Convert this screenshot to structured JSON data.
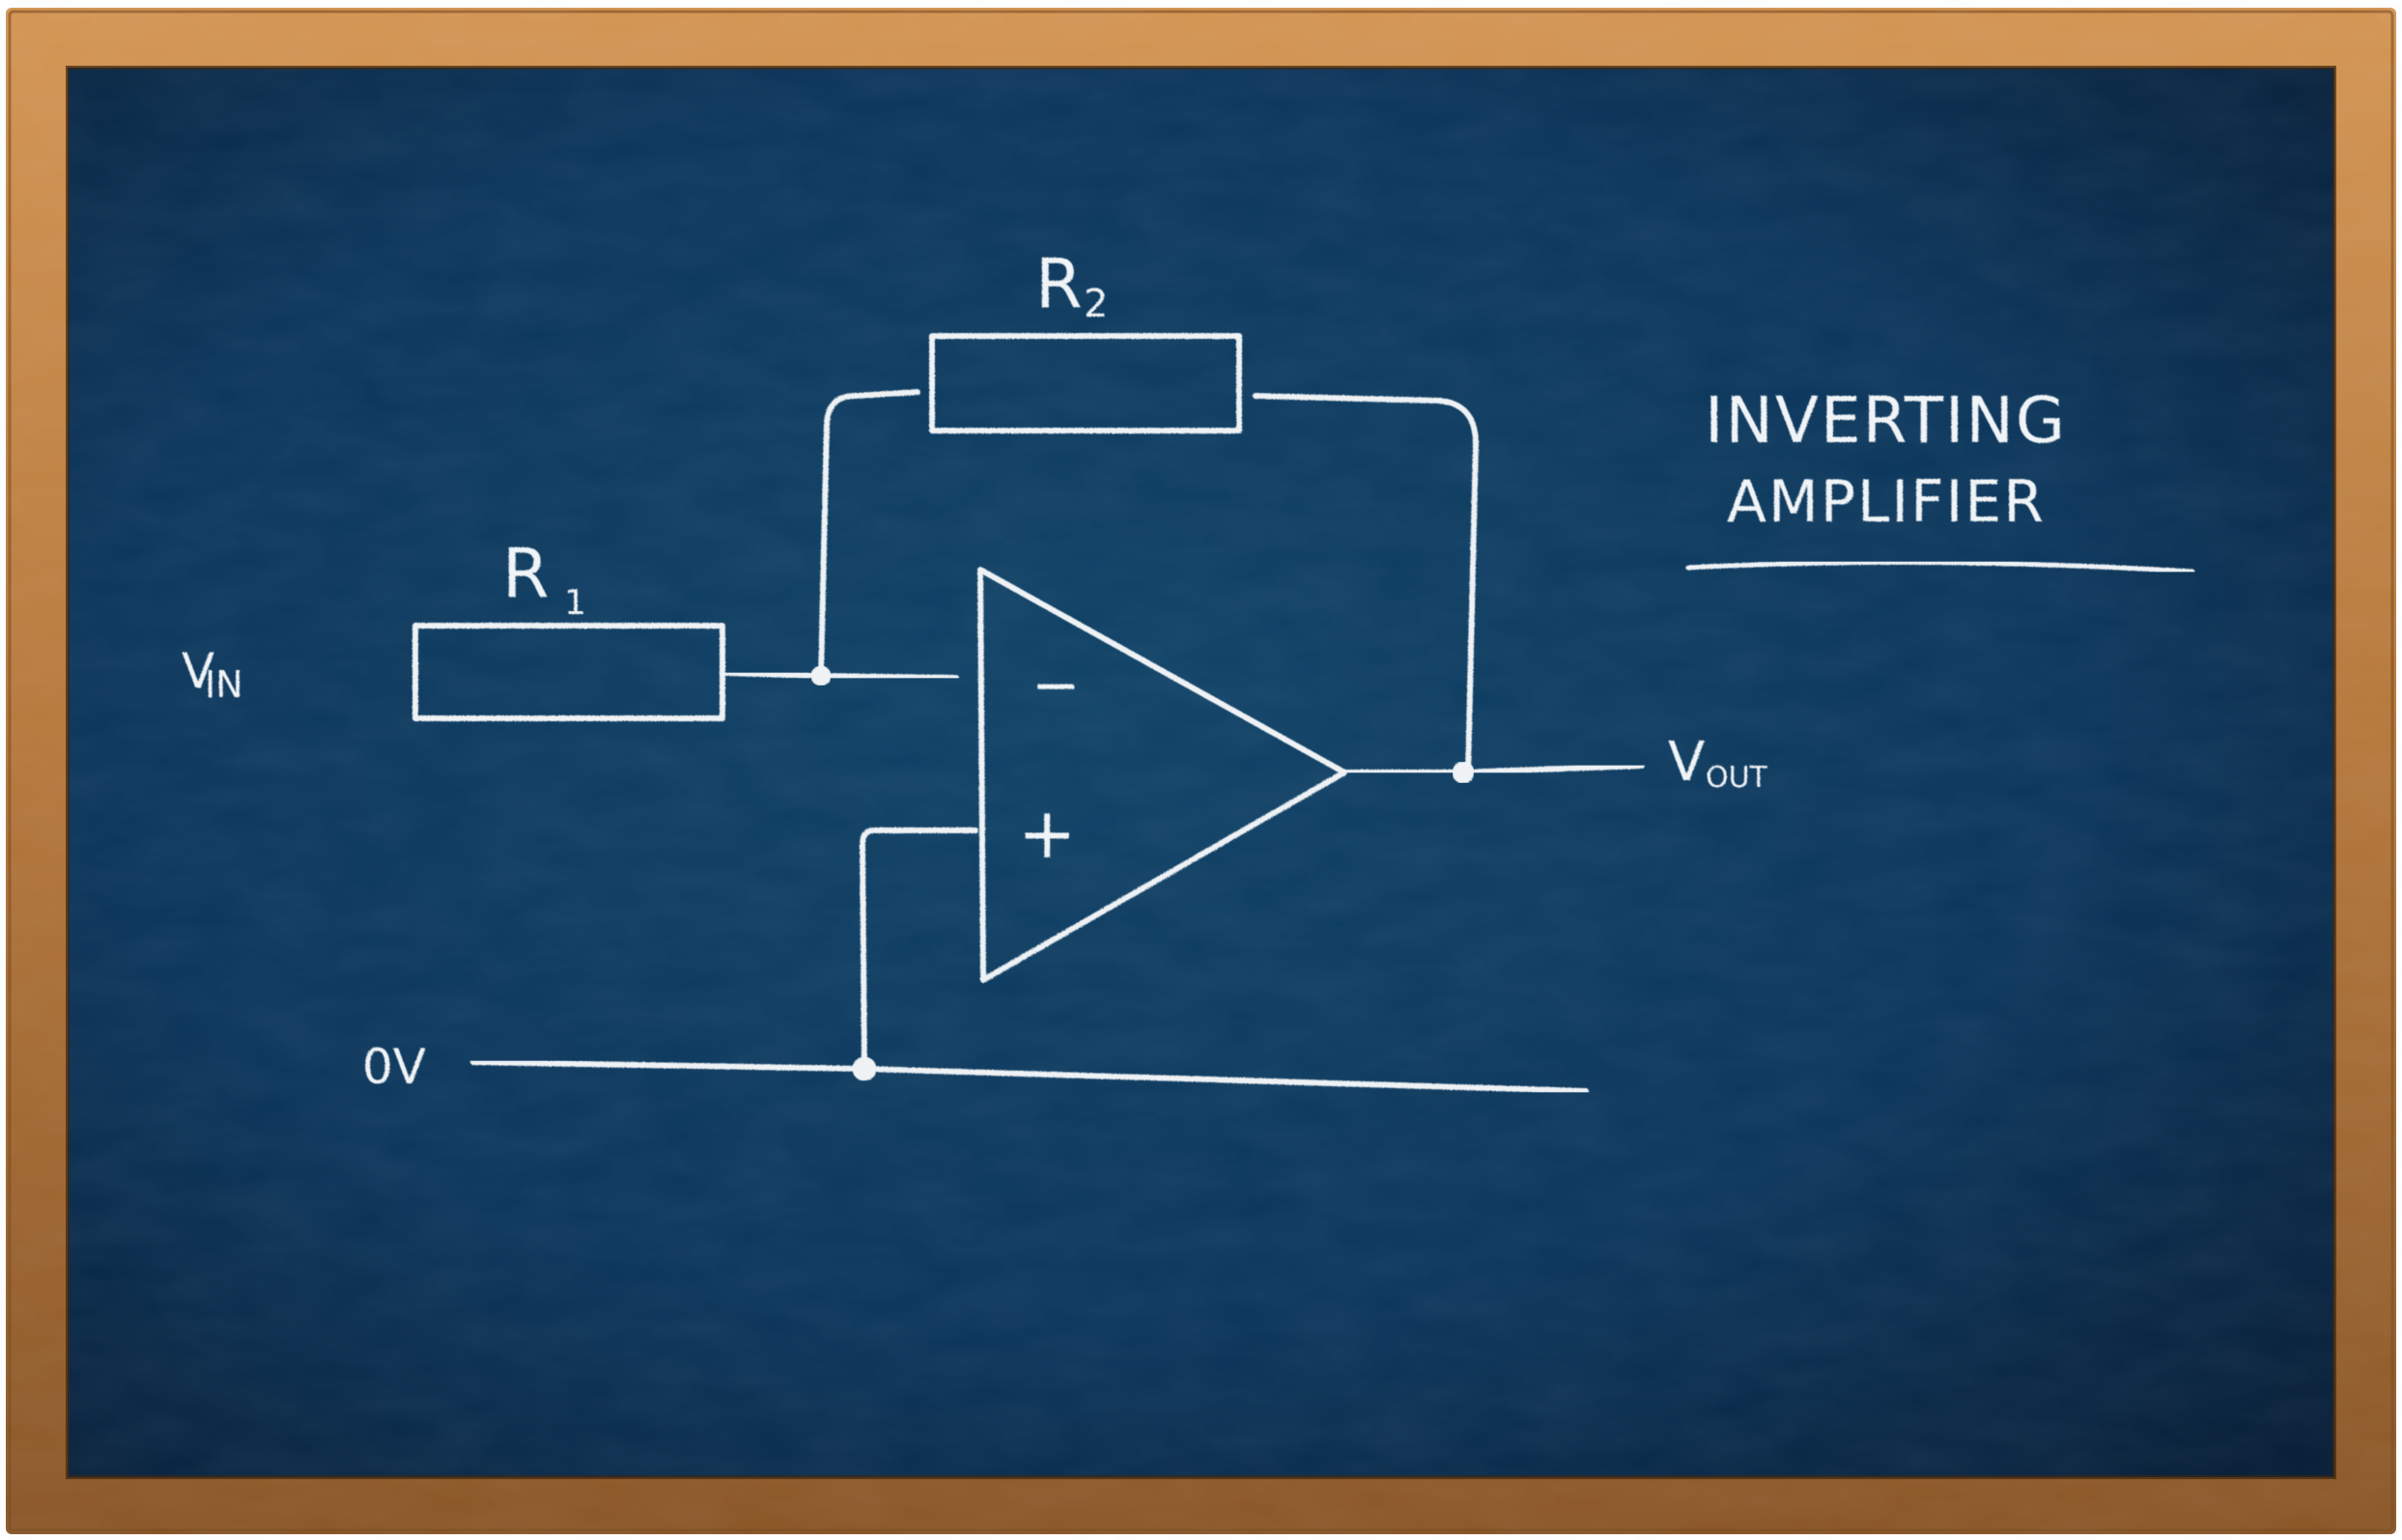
{
  "title": {
    "line1": "INVERTING",
    "line2": "AMPLIFIER"
  },
  "labels": {
    "vin_main": "V",
    "vin_sub": "IN",
    "vout_main": "V",
    "vout_sub": "OUT",
    "ground": "0V",
    "r1_main": "R",
    "r1_sub": "1",
    "r2_main": "R",
    "r2_sub": "2",
    "minus": "−",
    "plus": "+"
  },
  "colors": {
    "chalk": "#eef2f5",
    "board_center": "#0f4266",
    "board_edge": "#061d36",
    "frame": "#b5773a"
  },
  "style": "chalkboard"
}
